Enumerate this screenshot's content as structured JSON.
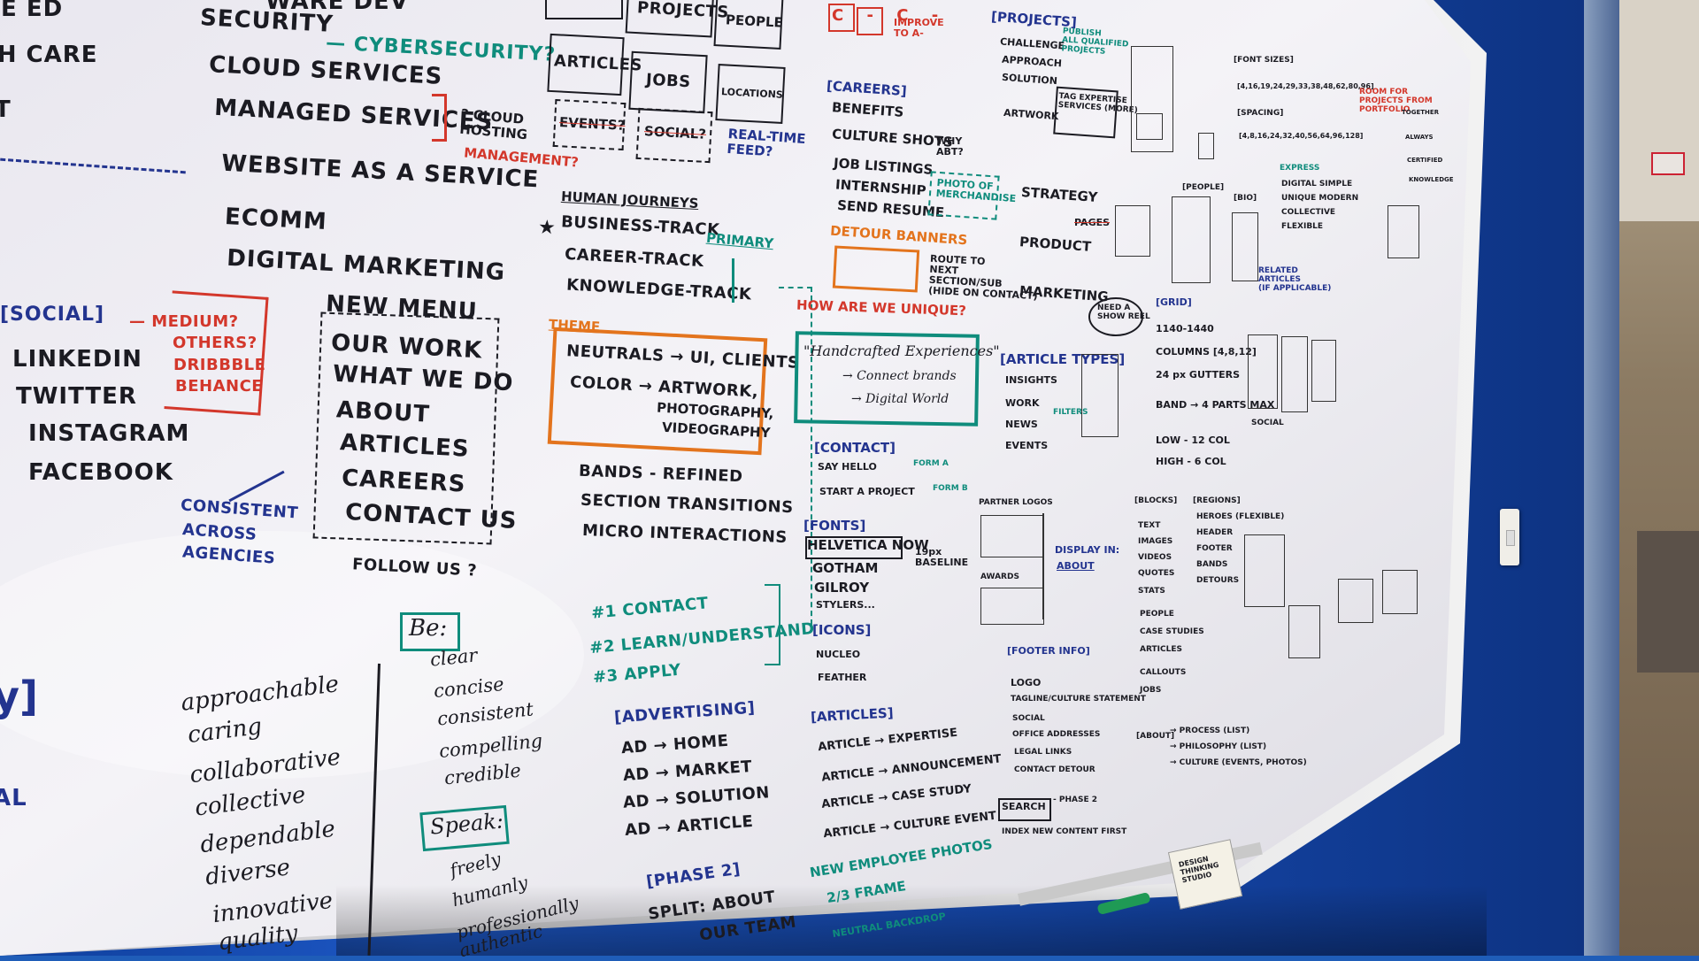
{
  "colA": {
    "ed": "RE ED",
    "healthcare": "TH CARE",
    "t": "T",
    "social_head": "[SOCIAL]",
    "medium": "— MEDIUM?",
    "others": "OTHERS?",
    "dribbble": "DRIBBBLE",
    "behance": "BEHANCE",
    "linkedin": "LINKEDIN",
    "twitter": "TWITTER",
    "instagram": "INSTAGRAM",
    "facebook": "FACEBOOK",
    "consistent": "CONSISTENT",
    "across": "ACROSS",
    "agencies": "AGENCIES",
    "bracket_y": "y]",
    "al": "AL"
  },
  "colB": {
    "ware_dev": "WARE DEV",
    "security": "SECURITY",
    "cybersecurity": "— CYBERSECURITY?",
    "cloud": "CLOUD SERVICES",
    "managed": "MANAGED SERVICES",
    "cloud_hosting": "? CLOUD\nHOSTING",
    "management": "MANAGEMENT?",
    "website": "WEBSITE AS A SERVICE",
    "ecomm": "ECOMM",
    "digital": "DIGITAL MARKETING",
    "new_menu": "NEW MENU",
    "menu": [
      "OUR WORK",
      "WHAT WE DO",
      "ABOUT",
      "ARTICLES",
      "CAREERS",
      "CONTACT US"
    ],
    "follow": "FOLLOW US ?",
    "be_label": "Be:",
    "be_items": [
      "clear",
      "concise",
      "consistent",
      "compelling",
      "credible"
    ],
    "speak_label": "Speak:",
    "speak_items": [
      "freely",
      "humanly",
      "professionally",
      "authentic"
    ],
    "values": [
      "approachable",
      "caring",
      "collaborative",
      "collective",
      "dependable",
      "diverse",
      "innovative",
      "quality"
    ]
  },
  "colC": {
    "projects": "PROJECTS",
    "people": "PEOPLE",
    "articles": "ARTICLES",
    "jobs": "JOBS",
    "locations": "LOCATIONS",
    "events": "EVENTS?",
    "social": "SOCIAL?",
    "realtime": "REAL-TIME\nFEED?",
    "human_journeys": "HUMAN JOURNEYS",
    "tracks": [
      "BUSINESS-TRACK",
      "CAREER-TRACK",
      "KNOWLEDGE-TRACK"
    ],
    "primary": "PRIMARY",
    "theme": "THEME",
    "theme_lines": [
      "NEUTRALS → UI, CLIENTS",
      "COLOR → ARTWORK,",
      "PHOTOGRAPHY,",
      "VIDEOGRAPHY"
    ],
    "bands": "BANDS - REFINED",
    "section_transitions": "SECTION TRANSITIONS",
    "micro": "MICRO INTERACTIONS",
    "goals": [
      "#1 CONTACT",
      "#2 LEARN/UNDERSTAND",
      "#3 APPLY"
    ],
    "advertising": "[ADVERTISING]",
    "ads": [
      "AD → HOME",
      "AD → MARKET",
      "AD → SOLUTION",
      "AD → ARTICLE"
    ],
    "phase2": "[PHASE 2]",
    "split": "SPLIT: ABOUT",
    "team": "OUR TEAM"
  },
  "colD": {
    "grade": "C - C -",
    "improve": "IMPROVE\nTO A-",
    "careers": "[CAREERS]",
    "career_items": [
      "BENEFITS",
      "CULTURE SHOTS",
      "JOB LISTINGS",
      "INTERNSHIP",
      "SEND RESUME"
    ],
    "why_abt": "WHY\nABT?",
    "photo_merch": "PHOTO OF\nMERCHANDISE",
    "detour": "DETOUR BANNERS",
    "route": "ROUTE TO\nNEXT\nSECTION/SUB\n(HIDE ON CONTACT)",
    "unique": "HOW ARE WE UNIQUE?",
    "handcrafted": "\"Handcrafted Experiences\"",
    "connect": "→ Connect brands",
    "digital_world": "→ Digital World",
    "contact": "[CONTACT]",
    "say_hello": "SAY HELLO",
    "form_a": "FORM A",
    "start_project": "START A PROJECT",
    "form_b": "FORM B",
    "fonts": "[FONTS]",
    "font_list": [
      "HELVETICA NOW",
      "GOTHAM",
      "GILROY",
      "STYLERS..."
    ],
    "px19": "19px\nBASELINE",
    "icons": "[ICONS]",
    "icon_list": [
      "NUCLEO",
      "FEATHER"
    ],
    "articles": "[ARTICLES]",
    "article_items": [
      "ARTICLE → EXPERTISE",
      "ARTICLE → ANNOUNCEMENT",
      "ARTICLE → CASE STUDY",
      "ARTICLE → CULTURE EVENT"
    ],
    "new_photos": "NEW EMPLOYEE PHOTOS",
    "frame": "2/3 FRAME",
    "backdrop": "NEUTRAL BACKDROP"
  },
  "colE": {
    "projects": "[PROJECTS]",
    "project_items": [
      "CHALLENGE",
      "APPROACH",
      "SOLUTION",
      "ARTWORK"
    ],
    "publish": "PUBLISH\nALL QUALIFIED\nPROJECTS",
    "tag": "TAG EXPERTISE\nSERVICES (MORE)",
    "strategy": "STRATEGY",
    "product": "PRODUCT",
    "marketing": "MARKETING",
    "pages": "PAGES",
    "showreel": "NEED A\nSHOW REEL",
    "article_types": "[ARTICLE TYPES]",
    "types": [
      "INSIGHTS",
      "WORK",
      "NEWS",
      "EVENTS"
    ],
    "filters": "FILTERS",
    "partner": "PARTNER LOGOS",
    "awards": "AWARDS",
    "display_in": "DISPLAY IN:",
    "about": "ABOUT",
    "footer": "[FOOTER INFO]",
    "footer_items": [
      "LOGO",
      "TAGLINE/CULTURE STATEMENT",
      "SOCIAL",
      "OFFICE ADDRESSES",
      "LEGAL LINKS",
      "CONTACT DETOUR"
    ],
    "search": "SEARCH",
    "phase2": "- PHASE 2",
    "index": "INDEX NEW CONTENT FIRST"
  },
  "colF": {
    "people_tag": "[PEOPLE]",
    "bio": "[BIO]",
    "grid": "[GRID]",
    "grid_lines": [
      "1140-1440",
      "COLUMNS [4,8,12]",
      "24 px GUTTERS",
      "BAND → 4 PARTS MAX"
    ],
    "low": "LOW - 12 COL",
    "high": "HIGH - 6 COL",
    "blocks": "[BLOCKS]",
    "block_items": [
      "TEXT",
      "IMAGES",
      "VIDEOS",
      "QUOTES",
      "STATS",
      "PEOPLE",
      "CASE STUDIES",
      "ARTICLES",
      "CALLOUTS",
      "JOBS"
    ],
    "regions": "[REGIONS]",
    "region_items": [
      "HEROES (FLEXIBLE)",
      "HEADER",
      "FOOTER",
      "BANDS",
      "DETOURS"
    ],
    "about_tag": "[ABOUT]",
    "about_items": [
      "→ PROCESS (LIST)",
      "→ PHILOSOPHY (LIST)",
      "→ CULTURE (EVENTS, PHOTOS)"
    ],
    "social": "SOCIAL",
    "related": "RELATED\nARTICLES\n(IF APPLICABLE)"
  },
  "colG": {
    "font_sizes": "[FONT SIZES]",
    "sizes": "[4,16,19,24,29,33,38,48,62,80,96]",
    "spacing": "[SPACING]",
    "spacing_vals": "[4,8,16,24,32,40,56,64,96,128]",
    "express": "EXPRESS",
    "express_items": [
      "DIGITAL  SIMPLE",
      "UNIQUE  MODERN",
      "COLLECTIVE",
      "FLEXIBLE"
    ],
    "room": "ROOM FOR\nPROJECTS FROM\nPORTFOLIO",
    "brand_tags": [
      "TOGETHER",
      "ALWAYS",
      "CERTIFIED",
      "KNOWLEDGE"
    ]
  },
  "sticker": "DESIGN\nTHINKING\nSTUDIO"
}
